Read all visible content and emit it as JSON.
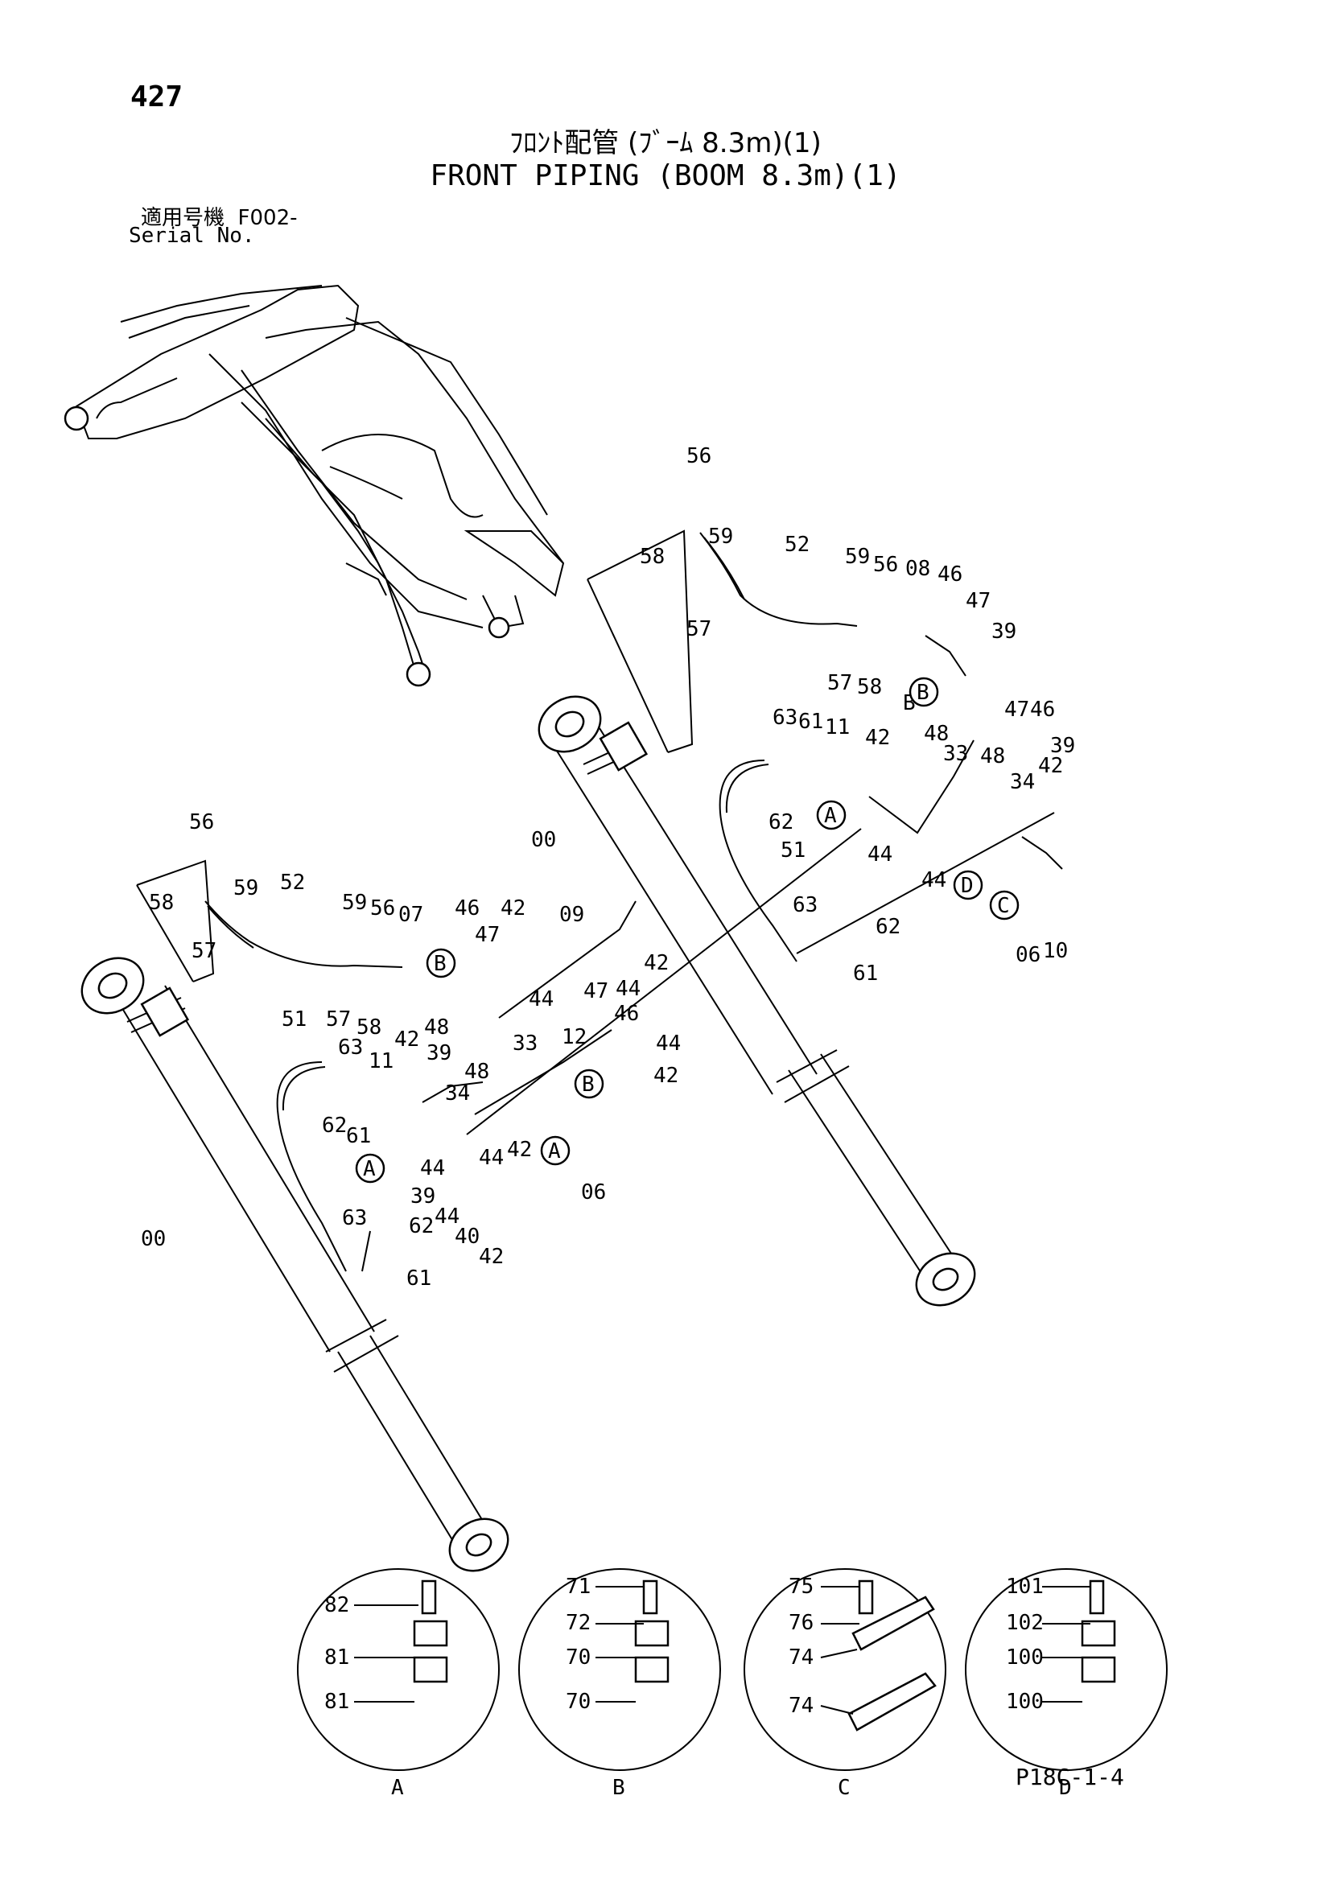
{
  "header": {
    "page_number": "427",
    "title_jp": "ﾌﾛﾝﾄ配管 (ﾌﾞｰﾑ 8.3m)(1)",
    "title_en": "FRONT PIPING (BOOM 8.3m)(1)",
    "serial_label_jp": "適用号機",
    "serial_value": "F002-",
    "serial_label_en": "Serial No."
  },
  "footer": {
    "doc_code": "P18C-1-4"
  },
  "diagram": {
    "right_assembly_callouts": [
      "56",
      "59",
      "52",
      "58",
      "57",
      "59",
      "56",
      "08",
      "46",
      "47",
      "39",
      "57",
      "58",
      "B",
      "48",
      "33",
      "47",
      "46",
      "63",
      "61",
      "11",
      "42",
      "48",
      "39",
      "34",
      "42",
      "62",
      "A",
      "44",
      "00",
      "51",
      "44",
      "D",
      "C",
      "63",
      "62",
      "61",
      "06",
      "10"
    ],
    "left_assembly_callouts": [
      "56",
      "59",
      "52",
      "58",
      "57",
      "59",
      "56",
      "07",
      "46",
      "42",
      "47",
      "09",
      "42",
      "44",
      "B",
      "48",
      "33",
      "47",
      "46",
      "44",
      "57",
      "58",
      "44",
      "12",
      "51",
      "39",
      "42",
      "63",
      "11",
      "48",
      "B",
      "42",
      "62",
      "61",
      "34",
      "A",
      "A",
      "44",
      "39",
      "42",
      "44",
      "44",
      "40",
      "42",
      "06",
      "63",
      "62",
      "00",
      "61"
    ],
    "detail_views": [
      {
        "label": "A",
        "parts": [
          "82",
          "81",
          "81"
        ]
      },
      {
        "label": "B",
        "parts": [
          "71",
          "72",
          "70",
          "70"
        ]
      },
      {
        "label": "C",
        "parts": [
          "75",
          "76",
          "74",
          "74"
        ]
      },
      {
        "label": "D",
        "parts": [
          "101",
          "102",
          "100",
          "100"
        ]
      }
    ],
    "stroke_color": "#000000",
    "background_color": "#ffffff"
  }
}
